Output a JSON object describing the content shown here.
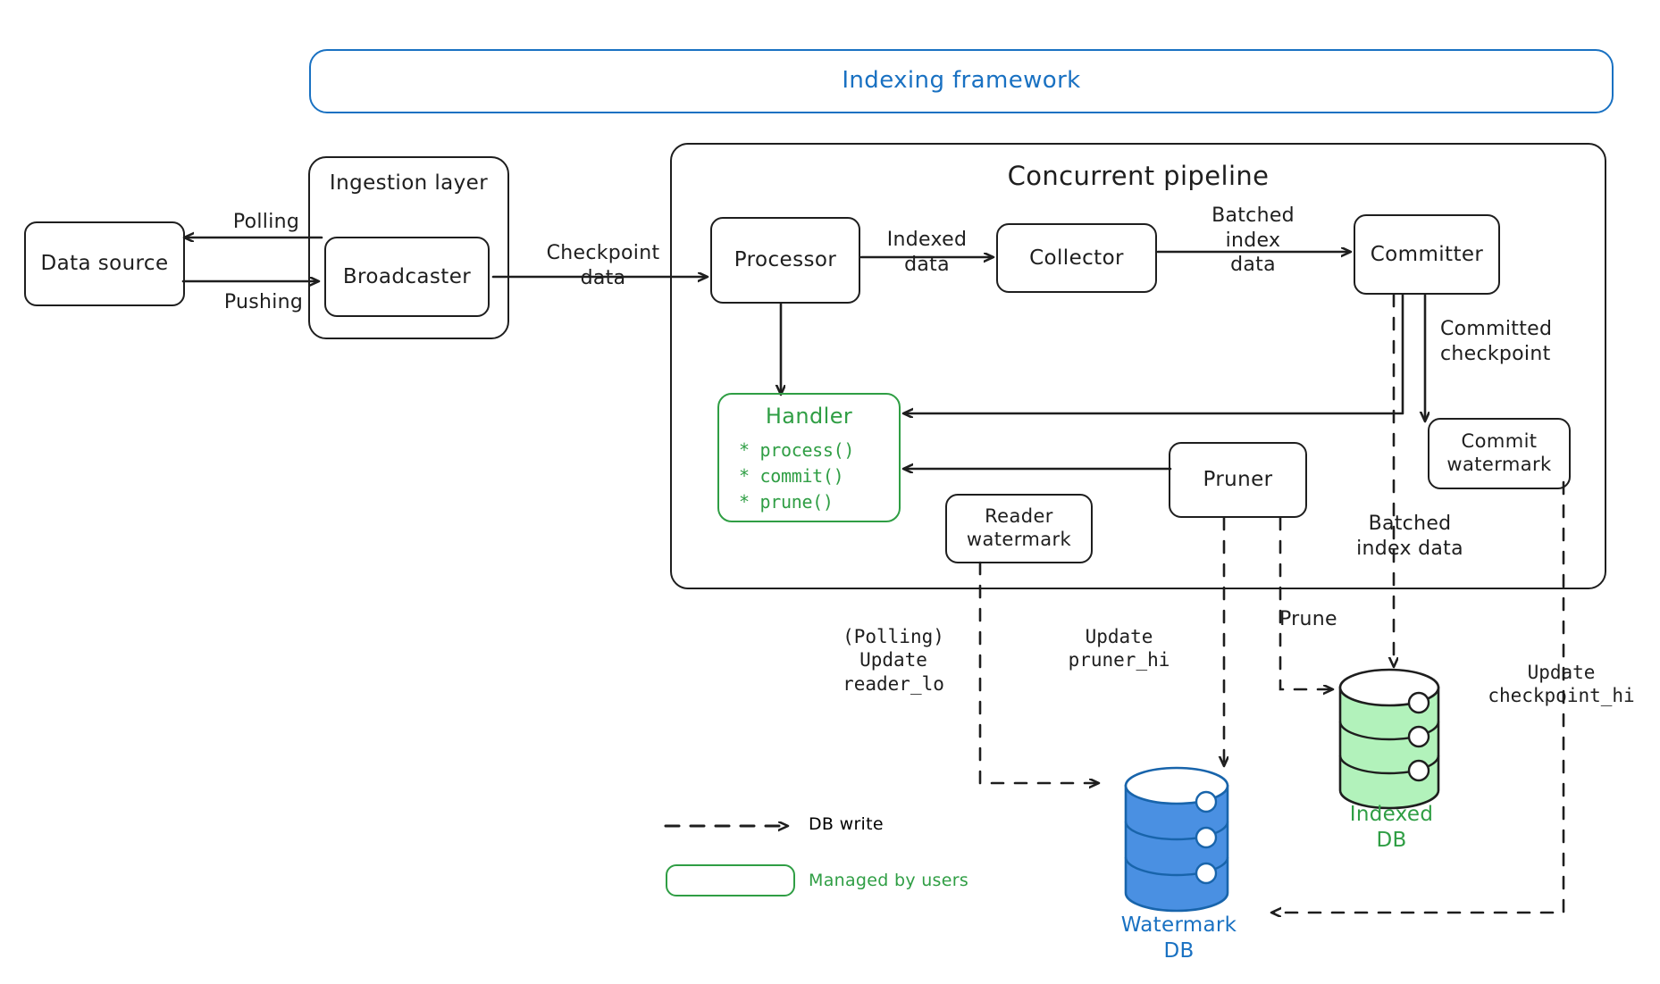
{
  "diagram": {
    "title": "Indexing framework architecture",
    "framework_box": {
      "label": "Indexing framework",
      "color": "#1971c2"
    },
    "groups": [
      {
        "id": "ingestion",
        "label": "Ingestion layer"
      },
      {
        "id": "pipeline",
        "label": "Concurrent pipeline"
      }
    ],
    "nodes": [
      {
        "id": "data-source",
        "label": "Data source"
      },
      {
        "id": "broadcaster",
        "label": "Broadcaster"
      },
      {
        "id": "processor",
        "label": "Processor"
      },
      {
        "id": "collector",
        "label": "Collector"
      },
      {
        "id": "committer",
        "label": "Committer"
      },
      {
        "id": "commit-watermark",
        "label": "Commit\nwatermark"
      },
      {
        "id": "pruner",
        "label": "Pruner"
      },
      {
        "id": "reader-watermark",
        "label": "Reader\nwatermark"
      }
    ],
    "handler": {
      "title": "Handler",
      "methods": [
        "* process()",
        "* commit()",
        "* prune()"
      ],
      "color": "#2f9e44"
    },
    "databases": [
      {
        "id": "indexed-db",
        "label": "Indexed\nDB",
        "color": "#2f9e44",
        "fill": "#b2f2bb"
      },
      {
        "id": "watermark-db",
        "label": "Watermark\nDB",
        "color": "#1971c2",
        "fill": "#4a90e2"
      }
    ],
    "edge_labels": [
      {
        "id": "polling",
        "text": "Polling"
      },
      {
        "id": "pushing",
        "text": "Pushing"
      },
      {
        "id": "checkpoint-data",
        "text": "Checkpoint\ndata"
      },
      {
        "id": "indexed-data",
        "text": "Indexed\ndata"
      },
      {
        "id": "batched-index-data",
        "text": "Batched\nindex\ndata"
      },
      {
        "id": "committed-checkpoint",
        "text": "Committed\ncheckpoint"
      },
      {
        "id": "batched-index-data-2",
        "text": "Batched\nindex data"
      },
      {
        "id": "prune",
        "text": "Prune"
      },
      {
        "id": "polling-update-reader-lo",
        "text": "(Polling)\nUpdate\nreader_lo",
        "mono": true
      },
      {
        "id": "update-pruner-hi",
        "text": "Update\npruner_hi",
        "mono": true
      },
      {
        "id": "update-checkpoint-hi",
        "text": "Update\ncheckpoint_hi",
        "mono": true
      }
    ],
    "legend": [
      {
        "id": "db-write",
        "text": "DB write",
        "style": "dashed-arrow",
        "color": "#1e1e1e"
      },
      {
        "id": "managed-by-users",
        "text": "Managed by users",
        "style": "green-box",
        "color": "#2f9e44"
      }
    ],
    "colors": {
      "ink": "#1e1e1e",
      "blue": "#1971c2",
      "green": "#2f9e44",
      "green_fill": "#b2f2bb",
      "blue_fill": "#4a90e2"
    }
  }
}
